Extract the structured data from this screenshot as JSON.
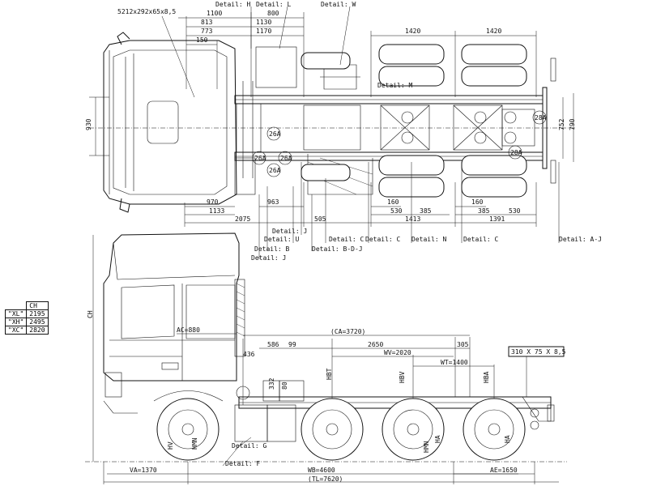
{
  "plan": {
    "tyre_label": "5212x292x65x8,5",
    "detail_labels": [
      "Detail: H",
      "Detail: L",
      "Detail: W",
      "Detail: M",
      "Detail: J",
      "Detail: U",
      "Detail: B",
      "Detail: J",
      "Detail: C",
      "Detail: B-D-J",
      "Detail: C",
      "Detail: N",
      "Detail: C",
      "Detail: A-J"
    ],
    "dims": {
      "d1100": "1100",
      "d800": "800",
      "d813": "813",
      "d1130": "1130",
      "d773": "773",
      "d1170": "1170",
      "d150": "150",
      "d1420a": "1420",
      "d1420b": "1420",
      "d930": "930",
      "d752": "752",
      "d790": "790",
      "d970": "970",
      "d963": "963",
      "d1133": "1133",
      "d2075": "2075",
      "d505": "505",
      "d160a": "160",
      "d530a": "530",
      "d385a": "385",
      "d1413": "1413",
      "d160b": "160",
      "d385b": "385",
      "d530b": "530",
      "d1391": "1391"
    },
    "rings": [
      "26A",
      "26A",
      "26A",
      "26A",
      "28A",
      "28A"
    ]
  },
  "side": {
    "ch_label": "CH",
    "ac": "AC=880",
    "ca": "(CA=3720)",
    "d586": "586",
    "d99": "99",
    "d2650": "2650",
    "d305": "305",
    "d436": "436",
    "wv": "WV=2020",
    "wt": "WT=1400",
    "d332": "332",
    "d80": "80",
    "hbt": "HBT",
    "hv": "HV",
    "hmn": "HMN",
    "ha": "HA",
    "hbv": "HBV",
    "hba": "HBA",
    "hmn2": "HMN",
    "ha2": "HA",
    "frame_label": "310 X 75 X 8,5",
    "va": "VA=1370",
    "wb": "WB=4600",
    "ae": "AE=1650",
    "tl": "(TL=7620)",
    "detail_g": "Detail: G",
    "detail_f": "Detail: F"
  },
  "ch_table": {
    "header": "CH",
    "rows": [
      {
        "label": "\"XL\"",
        "value": "2195"
      },
      {
        "label": "\"XH\"",
        "value": "2495"
      },
      {
        "label": "\"XC\"",
        "value": "2820"
      }
    ]
  }
}
